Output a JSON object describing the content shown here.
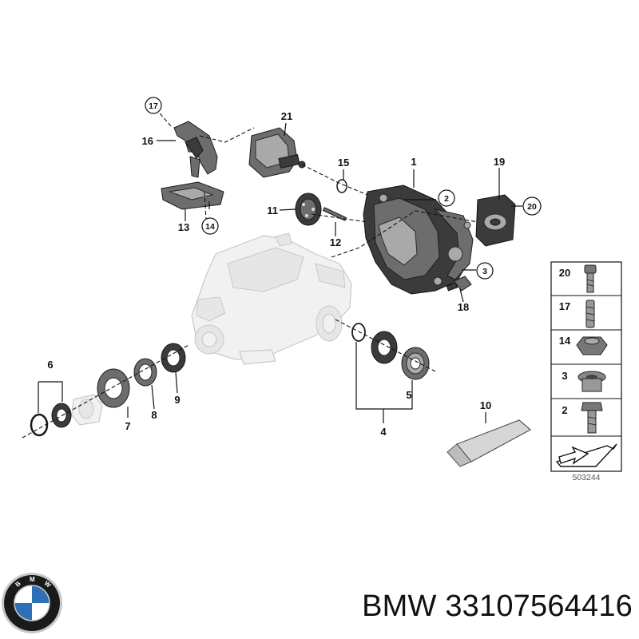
{
  "diagram": {
    "callouts": {
      "p1": "1",
      "p2": "2",
      "p3": "3",
      "p4": "4",
      "p5": "5",
      "p6": "6",
      "p7": "7",
      "p8": "8",
      "p9": "9",
      "p10": "10",
      "p11": "11",
      "p12": "12",
      "p13": "13",
      "p14": "14",
      "p15": "15",
      "p16": "16",
      "p17": "17",
      "p18": "18",
      "p19": "19",
      "p20": "20",
      "p21": "21"
    },
    "fastener_legend": [
      "20",
      "17",
      "14",
      "3",
      "2"
    ],
    "drawing_number": "503244"
  },
  "caption": {
    "brand": "BMW",
    "part_number": "33107564416"
  },
  "logo": {
    "text": "BMW",
    "colors": {
      "outer": "#1a1a1a",
      "blue": "#2f6fb6",
      "white": "#ffffff",
      "chrome": "#c8c8c8"
    }
  }
}
